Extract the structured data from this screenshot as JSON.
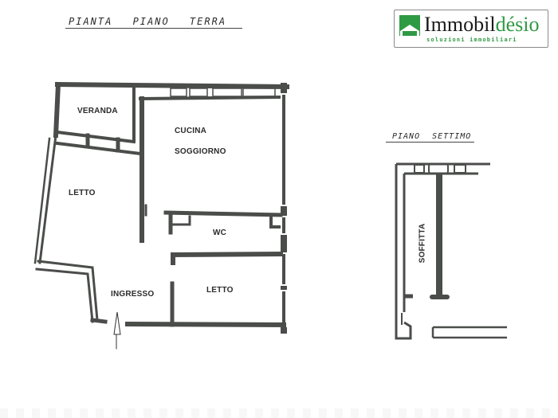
{
  "brand": {
    "name_primary": "Immobil",
    "name_accent": "désio",
    "tagline": "soluzioni immobiliari",
    "accent_color": "#2f9a44",
    "icon": "house-roof-icon"
  },
  "plans": {
    "ground_floor": {
      "title": "PIANTA PIANO TERRA",
      "rooms": [
        {
          "label": "VERANDA"
        },
        {
          "label": "CUCINA"
        },
        {
          "label": "SOGGIORNO"
        },
        {
          "label": "LETTO"
        },
        {
          "label": "WC"
        },
        {
          "label": "LETTO"
        },
        {
          "label": "INGRESSO"
        }
      ],
      "entrance_marker": "entrance-arrow-icon"
    },
    "seventh_floor": {
      "title": "PIANO SETTIMO",
      "rooms": [
        {
          "label": "SOFFITTA"
        }
      ]
    }
  },
  "colors": {
    "wall": "#4a4d4a",
    "wall_fill": "#5b5e5b",
    "background": "#ffffff"
  }
}
